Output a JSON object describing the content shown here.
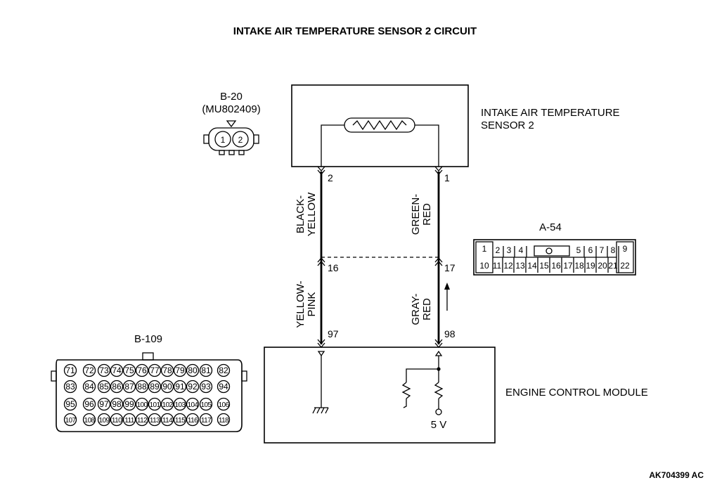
{
  "title": "INTAKE AIR TEMPERATURE SENSOR 2 CIRCUIT",
  "sensor": {
    "name_line1": "INTAKE AIR TEMPERATURE",
    "name_line2": "SENSOR 2"
  },
  "ecm": {
    "name": "ENGINE CONTROL MODULE",
    "supply": "5 V"
  },
  "connector_b20": {
    "id": "B-20",
    "part": "(MU802409)",
    "pins": [
      "1",
      "2"
    ]
  },
  "connector_a54": {
    "id": "A-54",
    "row1": [
      "1",
      "2",
      "3",
      "4",
      "5",
      "6",
      "7",
      "8",
      "9"
    ],
    "row2": [
      "10",
      "11",
      "12",
      "13",
      "14",
      "15",
      "16",
      "17",
      "18",
      "19",
      "20",
      "21",
      "22"
    ]
  },
  "connector_b109": {
    "id": "B-109",
    "rows": [
      [
        "71",
        "72",
        "73",
        "74",
        "75",
        "76",
        "77",
        "78",
        "79",
        "80",
        "81",
        "82"
      ],
      [
        "83",
        "84",
        "85",
        "86",
        "87",
        "88",
        "89",
        "90",
        "91",
        "92",
        "93",
        "94"
      ],
      [
        "95",
        "96",
        "97",
        "98",
        "99",
        "100",
        "101",
        "102",
        "103",
        "104",
        "105",
        "106"
      ],
      [
        "107",
        "108",
        "109",
        "110",
        "111",
        "112",
        "113",
        "114",
        "115",
        "116",
        "117",
        "118"
      ]
    ]
  },
  "wires": {
    "left": {
      "sensor_pin": "2",
      "upper_color_1": "BLACK-",
      "upper_color_2": "YELLOW",
      "junction_pin": "16",
      "lower_color_1": "YELLOW-",
      "lower_color_2": "PINK",
      "ecm_pin": "97"
    },
    "right": {
      "sensor_pin": "1",
      "upper_color_1": "GREEN-",
      "upper_color_2": "RED",
      "junction_pin": "17",
      "lower_color_1": "GRAY-",
      "lower_color_2": "RED",
      "ecm_pin": "98"
    }
  },
  "figure_code": "AK704399 AC"
}
